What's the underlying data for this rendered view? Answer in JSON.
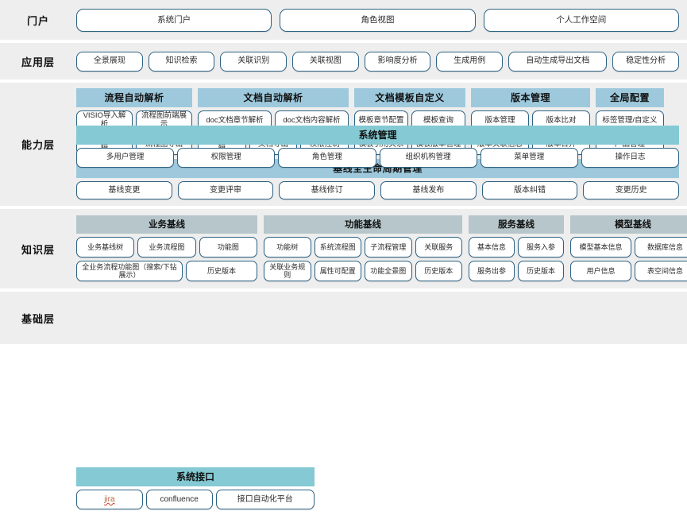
{
  "theme": {
    "band_bg": "#eeeeee",
    "pill_border": "#2e6383",
    "capability_header_bg": "#9ec9dd",
    "knowledge_header_bg": "#b7c6cb",
    "foundation_header_bg": "#84c9d3",
    "misspell_underline": "#d23b27"
  },
  "layers": {
    "portal": {
      "label": "门户",
      "items": [
        "系统门户",
        "角色视图",
        "个人工作空间"
      ]
    },
    "application": {
      "label": "应用层",
      "items": [
        "全景展现",
        "知识检索",
        "关联识别",
        "关联视图",
        "影响度分析",
        "生成用例",
        "自动生成导出文档",
        "稳定性分析"
      ]
    },
    "capability": {
      "label": "能力层",
      "groups": [
        {
          "title": "流程自动解析",
          "row1": [
            "VISIO导入解析",
            "流程图前端展示"
          ],
          "row2": [
            "流程图在线编辑",
            "流程图导出"
          ]
        },
        {
          "title": "文档自动解析",
          "row1": [
            "doc文档章节解析",
            "doc文档内容解析"
          ],
          "row2": [
            "文档在线编辑",
            "文档导出",
            "权限控制"
          ]
        },
        {
          "title": "文档模板自定义",
          "row1": [
            "模板章节配置",
            "模板查询"
          ],
          "row2": [
            "模板引用关系",
            "模板版本管理"
          ]
        },
        {
          "title": "版本管理",
          "row1": [
            "版本管理",
            "版本比对"
          ],
          "row2": [
            "版本关联信息",
            "版本合并"
          ]
        },
        {
          "title": "全局配置",
          "row1": [
            "标签管理/自定义"
          ],
          "row2": [
            "产品管理"
          ]
        }
      ],
      "baseline": {
        "title": "基线全生命周期管理",
        "items": [
          "基线变更",
          "变更评审",
          "基线修订",
          "基线发布",
          "版本纠错",
          "变更历史"
        ]
      }
    },
    "knowledge": {
      "label": "知识层",
      "groups": [
        {
          "title": "业务基线",
          "row1": [
            "业务基线树",
            "业务流程图",
            "功能图"
          ],
          "row2": [
            "全业务流程功能图（搜索/下钻展示）",
            "历史版本"
          ]
        },
        {
          "title": "功能基线",
          "row1": [
            "功能树",
            "系统流程图",
            "子流程管理",
            "关联服务"
          ],
          "row2": [
            "关联业务规则",
            "属性可配置",
            "功能全景图",
            "历史版本"
          ]
        },
        {
          "title": "服务基线",
          "row1": [
            "基本信息",
            "服务入参"
          ],
          "row2": [
            "服务出参",
            "历史版本"
          ]
        },
        {
          "title": "模型基线",
          "row1": [
            "模型基本信息",
            "数据库信息"
          ],
          "row2": [
            "用户信息",
            "表空间信息"
          ]
        }
      ]
    },
    "foundation": {
      "label": "基础层",
      "groups": [
        {
          "title": "系统管理",
          "items": [
            "多用户管理",
            "权限管理",
            "角色管理",
            "组织机构管理",
            "菜单管理",
            "操作日志"
          ]
        },
        {
          "title": "系统接口",
          "items": [
            "jira",
            "confluence",
            "接口自动化平台"
          ],
          "misspelled_index": 0
        }
      ]
    }
  }
}
